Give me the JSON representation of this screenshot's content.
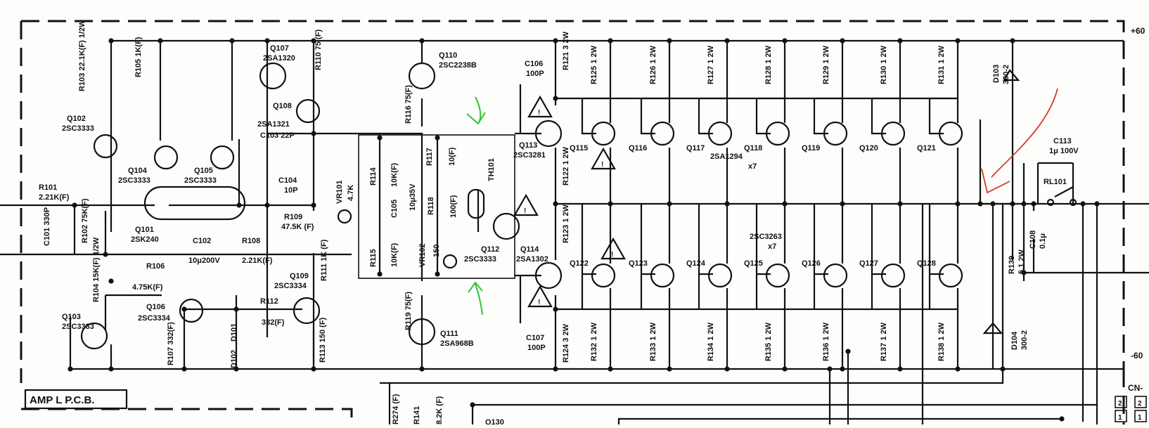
{
  "board": {
    "label": "AMP L  P.C.B."
  },
  "rails": {
    "pos": "+60",
    "neg": "-60",
    "connector": "CN-"
  },
  "connector_pins": [
    "2",
    "2",
    "1",
    "1"
  ],
  "annotations": {
    "green_arrow_color": "#36c23a",
    "red_arrow_color": "#d23a2a",
    "warning_symbol": "!"
  },
  "input": [
    {
      "id": "R101",
      "ref": "R101",
      "value": "2.21K(F)"
    },
    {
      "id": "C101",
      "ref": "C101",
      "value": "330P"
    },
    {
      "id": "R102",
      "ref": "R102",
      "value": "75K(F)"
    },
    {
      "id": "R103",
      "ref": "R103",
      "value": "22.1K(F) 1/2W"
    },
    {
      "id": "R104",
      "ref": "R104",
      "value": "15K(F) 1/2W"
    },
    {
      "id": "R105",
      "ref": "R105",
      "value": "1K(F)"
    },
    {
      "id": "R106",
      "ref": "R106",
      "value": "4.75K(F)"
    },
    {
      "id": "R107",
      "ref": "R107",
      "value": "332(F)"
    },
    {
      "id": "R108",
      "ref": "R108",
      "value": "2.21K(F)"
    },
    {
      "id": "R109",
      "ref": "R109",
      "value": "47.5K (F)"
    },
    {
      "id": "R110",
      "ref": "R110",
      "value": "75 (F)"
    },
    {
      "id": "R111",
      "ref": "R111",
      "value": "1K (F)"
    },
    {
      "id": "R112",
      "ref": "R112",
      "value": "332(F)"
    },
    {
      "id": "R113",
      "ref": "R113",
      "value": "150 (F)"
    },
    {
      "id": "C102",
      "ref": "C102",
      "value": "10μ200V"
    },
    {
      "id": "C103",
      "ref": "C103",
      "value": "22P"
    },
    {
      "id": "C104",
      "ref": "C104",
      "value": "10P"
    }
  ],
  "transistors_left": [
    {
      "id": "Q101",
      "ref": "Q101",
      "type": "2SK240"
    },
    {
      "id": "Q102",
      "ref": "Q102",
      "type": "2SC3333"
    },
    {
      "id": "Q103",
      "ref": "Q103",
      "type": "2SC3333"
    },
    {
      "id": "Q104",
      "ref": "Q104",
      "type": "2SC3333"
    },
    {
      "id": "Q105",
      "ref": "Q105",
      "type": "2SC3333"
    },
    {
      "id": "Q106",
      "ref": "Q106",
      "type": "2SC3334"
    },
    {
      "id": "Q107",
      "ref": "Q107",
      "type": "2SA1320"
    },
    {
      "id": "Q108",
      "ref": "Q108",
      "type": "2SA1321"
    },
    {
      "id": "Q109",
      "ref": "Q109",
      "type": "2SC3334"
    },
    {
      "id": "D101",
      "ref": "D101"
    },
    {
      "id": "D102",
      "ref": "D102"
    }
  ],
  "bias": [
    {
      "id": "Q110",
      "ref": "Q110",
      "type": "2SC2238B"
    },
    {
      "id": "Q111",
      "ref": "Q111",
      "type": "2SA968B"
    },
    {
      "id": "Q112",
      "ref": "Q112",
      "type": "2SC3333"
    },
    {
      "id": "R114",
      "ref": "R114",
      "value": "10K(F)"
    },
    {
      "id": "R115",
      "ref": "R115",
      "value": "10K(F)"
    },
    {
      "id": "R116",
      "ref": "R116",
      "value": "75(F)"
    },
    {
      "id": "R117",
      "ref": "R117",
      "value": "10(F)"
    },
    {
      "id": "R118",
      "ref": "R118",
      "value": "100(F)"
    },
    {
      "id": "R119",
      "ref": "R119",
      "value": "75(F)"
    },
    {
      "id": "VR101",
      "ref": "VR101",
      "value": "4.7K"
    },
    {
      "id": "VR102",
      "ref": "VR102",
      "value": "150"
    },
    {
      "id": "C105",
      "ref": "C105",
      "value": "10μ35V"
    },
    {
      "id": "TH101",
      "ref": "TH101"
    }
  ],
  "drivers": [
    {
      "id": "Q113",
      "ref": "Q113",
      "type": "2SC3281"
    },
    {
      "id": "Q114",
      "ref": "Q114",
      "type": "2SA1302"
    },
    {
      "id": "C106",
      "ref": "C106",
      "value": "100P"
    },
    {
      "id": "C107",
      "ref": "C107",
      "value": "100P"
    },
    {
      "id": "R121",
      "ref": "R121",
      "value": "3 2W"
    },
    {
      "id": "R122",
      "ref": "R122",
      "value": "1 2W"
    },
    {
      "id": "R123",
      "ref": "R123",
      "value": "1 2W"
    },
    {
      "id": "R124",
      "ref": "R124",
      "value": "3 2W"
    }
  ],
  "upper_outputs": [
    {
      "id": "Q115",
      "ref": "Q115"
    },
    {
      "id": "Q116",
      "ref": "Q116"
    },
    {
      "id": "Q117",
      "ref": "Q117"
    },
    {
      "id": "Q118",
      "ref": "Q118"
    },
    {
      "id": "Q119",
      "ref": "Q119"
    },
    {
      "id": "Q120",
      "ref": "Q120"
    },
    {
      "id": "Q121",
      "ref": "Q121"
    }
  ],
  "upper_type": "2SA1294",
  "upper_count": "x7",
  "upper_resistors": [
    {
      "id": "R125",
      "ref": "R125",
      "value": "1 2W"
    },
    {
      "id": "R126",
      "ref": "R126",
      "value": "1 2W"
    },
    {
      "id": "R127",
      "ref": "R127",
      "value": "1 2W"
    },
    {
      "id": "R128",
      "ref": "R128",
      "value": "1 2W"
    },
    {
      "id": "R129",
      "ref": "R129",
      "value": "1 2W"
    },
    {
      "id": "R130",
      "ref": "R130",
      "value": "1 2W"
    },
    {
      "id": "R131",
      "ref": "R131",
      "value": "1 2W"
    }
  ],
  "lower_outputs": [
    {
      "id": "Q122",
      "ref": "Q122"
    },
    {
      "id": "Q123",
      "ref": "Q123"
    },
    {
      "id": "Q124",
      "ref": "Q124"
    },
    {
      "id": "Q125",
      "ref": "Q125"
    },
    {
      "id": "Q126",
      "ref": "Q126"
    },
    {
      "id": "Q127",
      "ref": "Q127"
    },
    {
      "id": "Q128",
      "ref": "Q128"
    }
  ],
  "lower_type": "2SC3263",
  "lower_count": "x7",
  "lower_resistors": [
    {
      "id": "R132",
      "ref": "R132",
      "value": "1 2W"
    },
    {
      "id": "R133",
      "ref": "R133",
      "value": "1 2W"
    },
    {
      "id": "R134",
      "ref": "R134",
      "value": "1 2W"
    },
    {
      "id": "R135",
      "ref": "R135",
      "value": "1 2W"
    },
    {
      "id": "R136",
      "ref": "R136",
      "value": "1 2W"
    },
    {
      "id": "R137",
      "ref": "R137",
      "value": "1 2W"
    },
    {
      "id": "R138",
      "ref": "R138",
      "value": "1 2W"
    }
  ],
  "output_section": [
    {
      "id": "D103",
      "ref": "D103",
      "value": "300-2"
    },
    {
      "id": "D104",
      "ref": "D104",
      "value": "300-2"
    },
    {
      "id": "C113",
      "ref": "C113",
      "value": "1μ 100V"
    },
    {
      "id": "RL101",
      "ref": "RL101"
    },
    {
      "id": "R139",
      "ref": "R139",
      "value": "5.1 2W"
    },
    {
      "id": "C108",
      "ref": "C108",
      "value": "0.1μ"
    }
  ],
  "bottom_partial": [
    {
      "id": "R274",
      "ref": "R274",
      "value": "(F)"
    },
    {
      "id": "R141",
      "ref": "R141",
      "value": "8.2K (F)"
    },
    {
      "id": "Q130",
      "ref": "Q130"
    }
  ]
}
